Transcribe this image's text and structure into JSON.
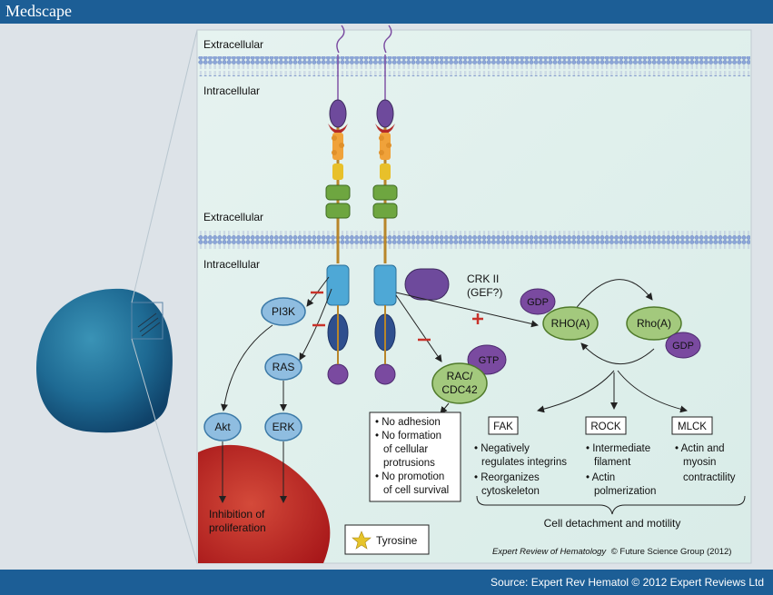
{
  "header": {
    "logo": "Medscape"
  },
  "footer": {
    "source": "Source: Expert Rev Hematol © 2012 Expert Reviews Ltd"
  },
  "diagram": {
    "extracellular_1": "Extracellular",
    "intracellular_1": "Intracellular",
    "extracellular_2": "Extracellular",
    "intracellular_2": "Intracellular",
    "crk": [
      "CRK II",
      "(GEF?)"
    ],
    "gdp_1": "GDP",
    "rho_a_1": "RHO(A)",
    "rho_a_2": "Rho(A)",
    "gdp_2": "GDP",
    "pi3k": "PI3K",
    "ras": "RAS",
    "akt": "Akt",
    "erk": "ERK",
    "gtp": "GTP",
    "rac": [
      "RAC/",
      "CDC42"
    ],
    "effects_box": [
      "• No adhesion",
      "• No formation",
      "of cellular",
      "protrusions",
      "• No promotion",
      "of cell survival"
    ],
    "fak": {
      "title": "FAK",
      "lines": [
        "• Negatively",
        "regulates integrins",
        "• Reorganizes",
        "cytoskeleton"
      ]
    },
    "rock": {
      "title": "ROCK",
      "lines": [
        "• Intermediate",
        "filament",
        "• Actin",
        "polmerization"
      ]
    },
    "mlck": {
      "title": "MLCK",
      "lines": [
        "• Actin and",
        "myosin",
        "contractility"
      ]
    },
    "cell_detachment": "Cell detachment and motility",
    "inhibition": [
      "Inhibition of",
      "proliferation"
    ],
    "tyrosine": "Tyrosine",
    "credit_journal": "Expert Review of Hematology",
    "credit_rest": "© Future Science Group (2012)"
  },
  "colors": {
    "brand_bar": "#1c5e96",
    "membrane": "#8fa8d8",
    "node_blue": "#8fbde0",
    "node_green": "#a3c97d",
    "purple": "#6e4a9c",
    "red": "#c8322a"
  }
}
